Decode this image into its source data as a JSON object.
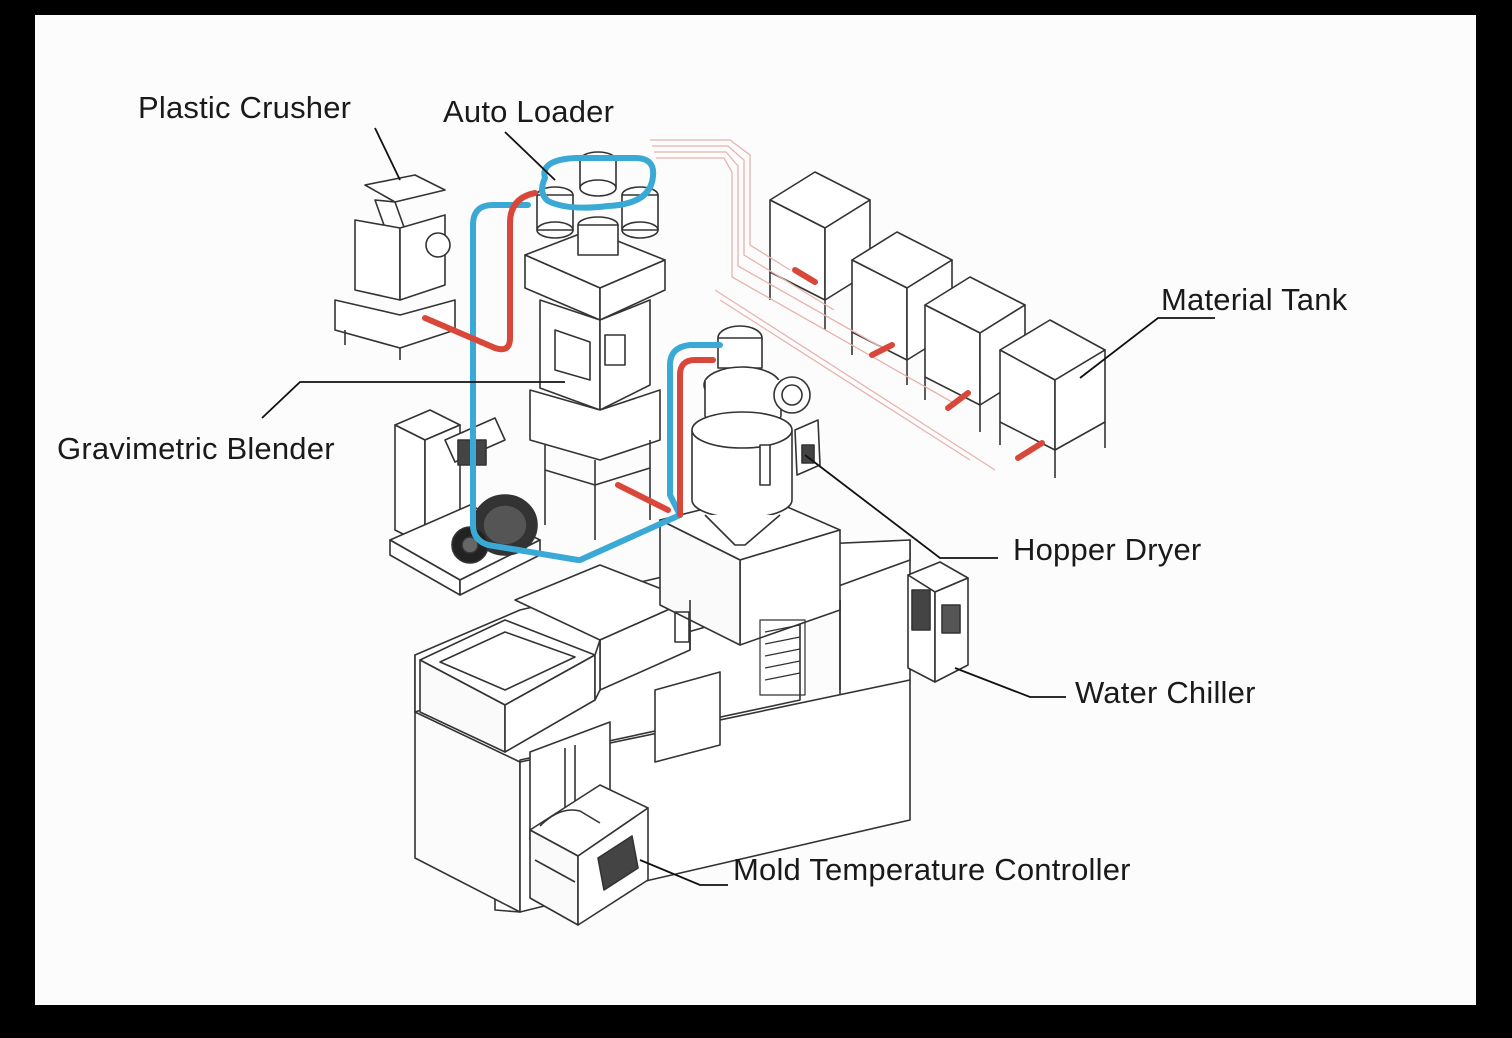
{
  "diagram": {
    "labels": {
      "plastic_crusher": "Plastic Crusher",
      "auto_loader": "Auto Loader",
      "material_tank": "Material Tank",
      "gravimetric_blender": "Gravimetric Blender",
      "hopper_dryer": "Hopper Dryer",
      "water_chiller": "Water Chiller",
      "mold_temperature_controller": "Mold Temperature Controller"
    },
    "colors": {
      "background": "#fdfcfc",
      "frame": "#000000",
      "line": "#333333",
      "pipe_blue": "#3aa9d6",
      "pipe_red": "#d9473b",
      "tube_pink": "#e7b3ad"
    }
  }
}
